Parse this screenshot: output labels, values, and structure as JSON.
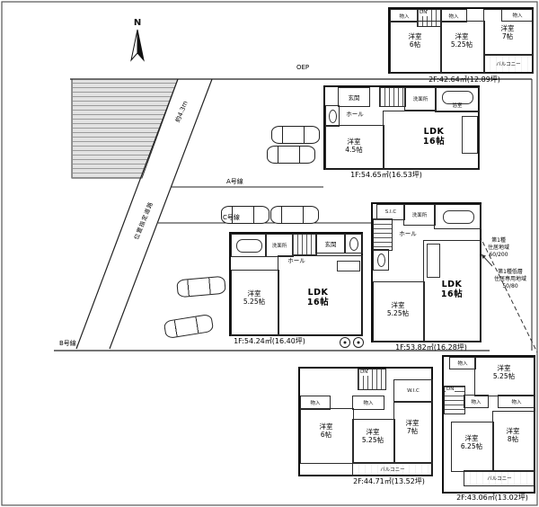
{
  "compass": {
    "north_label": "N"
  },
  "site": {
    "oep_label": "OEP",
    "road_width_label": "約4.3m",
    "road_name_label": "位置指定道路",
    "road_a_label": "A号線",
    "road_b_label": "B号線",
    "road_c_label": "C号線",
    "zoning_upper_l1": "第1種",
    "zoning_upper_l2": "住居地域",
    "zoning_upper_l3": "60/200",
    "zoning_lower_l1": "第1種低層",
    "zoning_lower_l2": "住居専用地域",
    "zoning_lower_l3": "50/80"
  },
  "labels": {
    "closet": "物入",
    "balcony": "バルコニー",
    "dn": "DN",
    "entrance": "玄関",
    "hall": "ホール",
    "washroom": "洗面所",
    "bathroom": "浴室",
    "wic": "W.I.C",
    "sic": "S.I.C"
  },
  "plans": {
    "a2f": {
      "area": "2F:42.64㎡(12.89坪)",
      "room1_l1": "洋室",
      "room1_l2": "6帖",
      "room2_l1": "洋室",
      "room2_l2": "5.25帖",
      "room3_l1": "洋室",
      "room3_l2": "7帖"
    },
    "a1f": {
      "area": "1F:54.65㎡(16.53坪)",
      "room1_l1": "洋室",
      "room1_l2": "4.5帖",
      "ldk_l1": "LDK",
      "ldk_l2": "16帖"
    },
    "b1f": {
      "area": "1F:54.24㎡(16.40坪)",
      "room1_l1": "洋室",
      "room1_l2": "5.25帖",
      "ldk_l1": "LDK",
      "ldk_l2": "16帖"
    },
    "c1f": {
      "area": "1F:53.82㎡(16.28坪)",
      "room1_l1": "洋室",
      "room1_l2": "5.25帖",
      "ldk_l1": "LDK",
      "ldk_l2": "16帖"
    },
    "b2f": {
      "area": "2F:44.71㎡(13.52坪)",
      "room1_l1": "洋室",
      "room1_l2": "6帖",
      "room2_l1": "洋室",
      "room2_l2": "5.25帖",
      "room3_l1": "洋室",
      "room3_l2": "7帖"
    },
    "c2f": {
      "area": "2F:43.06㎡(13.02坪)",
      "room1_l1": "洋室",
      "room1_l2": "5.25帖",
      "room2_l1": "洋室",
      "room2_l2": "6.25帖",
      "room3_l1": "洋室",
      "room3_l2": "8帖"
    }
  }
}
